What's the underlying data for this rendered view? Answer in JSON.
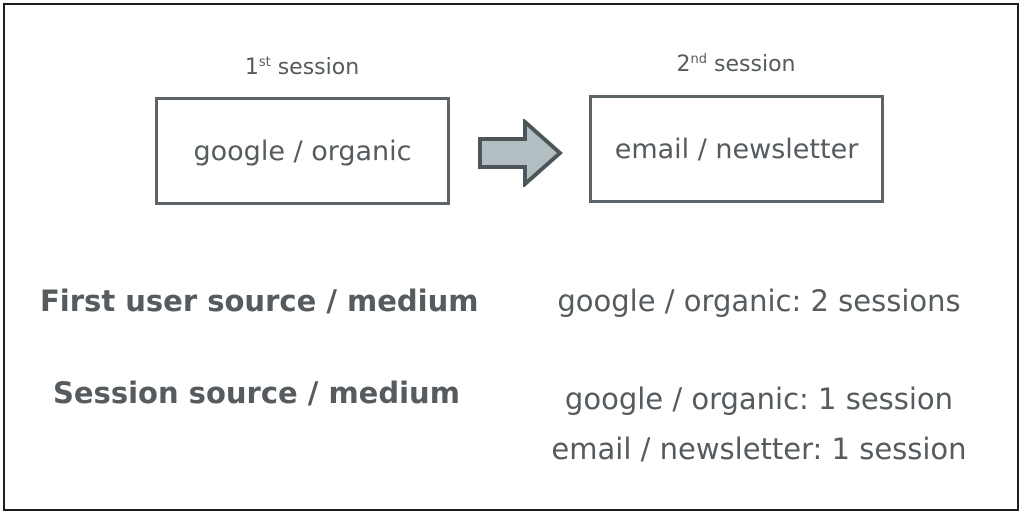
{
  "sessions": [
    {
      "ordinal": "1",
      "suffix": "st",
      "label": "session",
      "source_medium": "google / organic"
    },
    {
      "ordinal": "2",
      "suffix": "nd",
      "label": "session",
      "source_medium": "email / newsletter"
    }
  ],
  "arrow": {
    "icon": "right-arrow-icon",
    "fill_color": "#b3bec2",
    "stroke_color": "#4d5559"
  },
  "rows": [
    {
      "label": "First user source / medium",
      "values": [
        "google / organic: 2 sessions"
      ]
    },
    {
      "label": "Session source / medium",
      "values": [
        "google / organic: 1 session",
        "email / newsletter: 1 session"
      ]
    }
  ],
  "colors": {
    "text": "#555b5e",
    "box_border": "#5c6468",
    "frame_border": "#1f1f1f"
  }
}
